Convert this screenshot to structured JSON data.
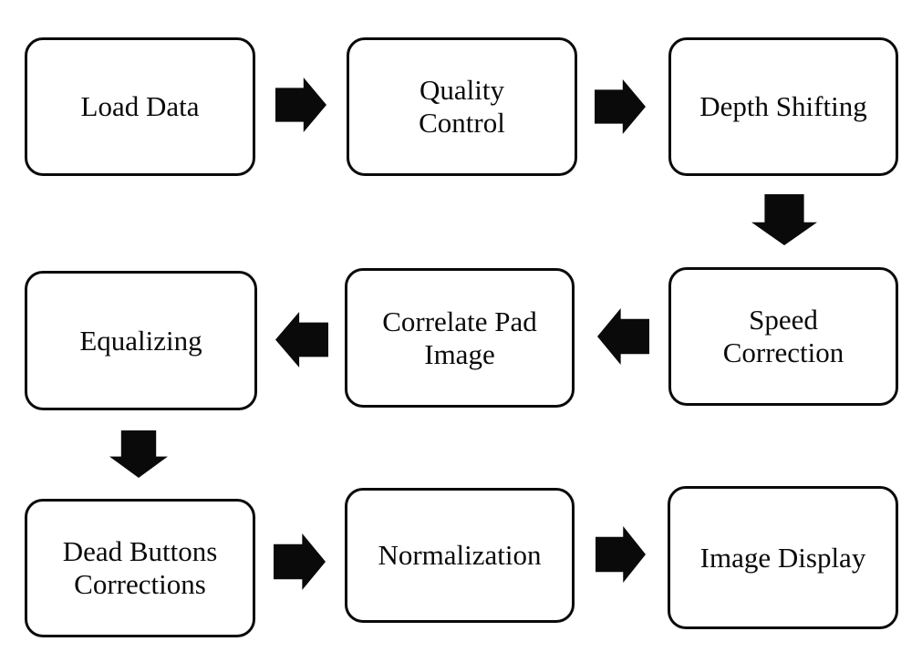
{
  "diagram": {
    "type": "flowchart",
    "colors": {
      "background": "#ffffff",
      "node_fill": "#ffffff",
      "node_border": "#0a0a0a",
      "arrow": "#0a0a0a",
      "text": "#0a0a0a"
    },
    "nodes": [
      {
        "id": "load-data",
        "label": "Load Data"
      },
      {
        "id": "quality-control",
        "label": "Quality\nControl"
      },
      {
        "id": "depth-shifting",
        "label": "Depth Shifting"
      },
      {
        "id": "equalizing",
        "label": "Equalizing"
      },
      {
        "id": "correlate-pad-image",
        "label": "Correlate Pad\nImage"
      },
      {
        "id": "speed-correction",
        "label": "Speed\nCorrection"
      },
      {
        "id": "dead-buttons-corrections",
        "label": "Dead Buttons\nCorrections"
      },
      {
        "id": "normalization",
        "label": "Normalization"
      },
      {
        "id": "image-display",
        "label": "Image Display"
      }
    ],
    "edges": [
      {
        "from": "load-data",
        "to": "quality-control",
        "direction": "right"
      },
      {
        "from": "quality-control",
        "to": "depth-shifting",
        "direction": "right"
      },
      {
        "from": "depth-shifting",
        "to": "speed-correction",
        "direction": "down"
      },
      {
        "from": "speed-correction",
        "to": "correlate-pad-image",
        "direction": "left"
      },
      {
        "from": "correlate-pad-image",
        "to": "equalizing",
        "direction": "left"
      },
      {
        "from": "equalizing",
        "to": "dead-buttons-corrections",
        "direction": "down"
      },
      {
        "from": "dead-buttons-corrections",
        "to": "normalization",
        "direction": "right"
      },
      {
        "from": "normalization",
        "to": "image-display",
        "direction": "right"
      }
    ]
  }
}
